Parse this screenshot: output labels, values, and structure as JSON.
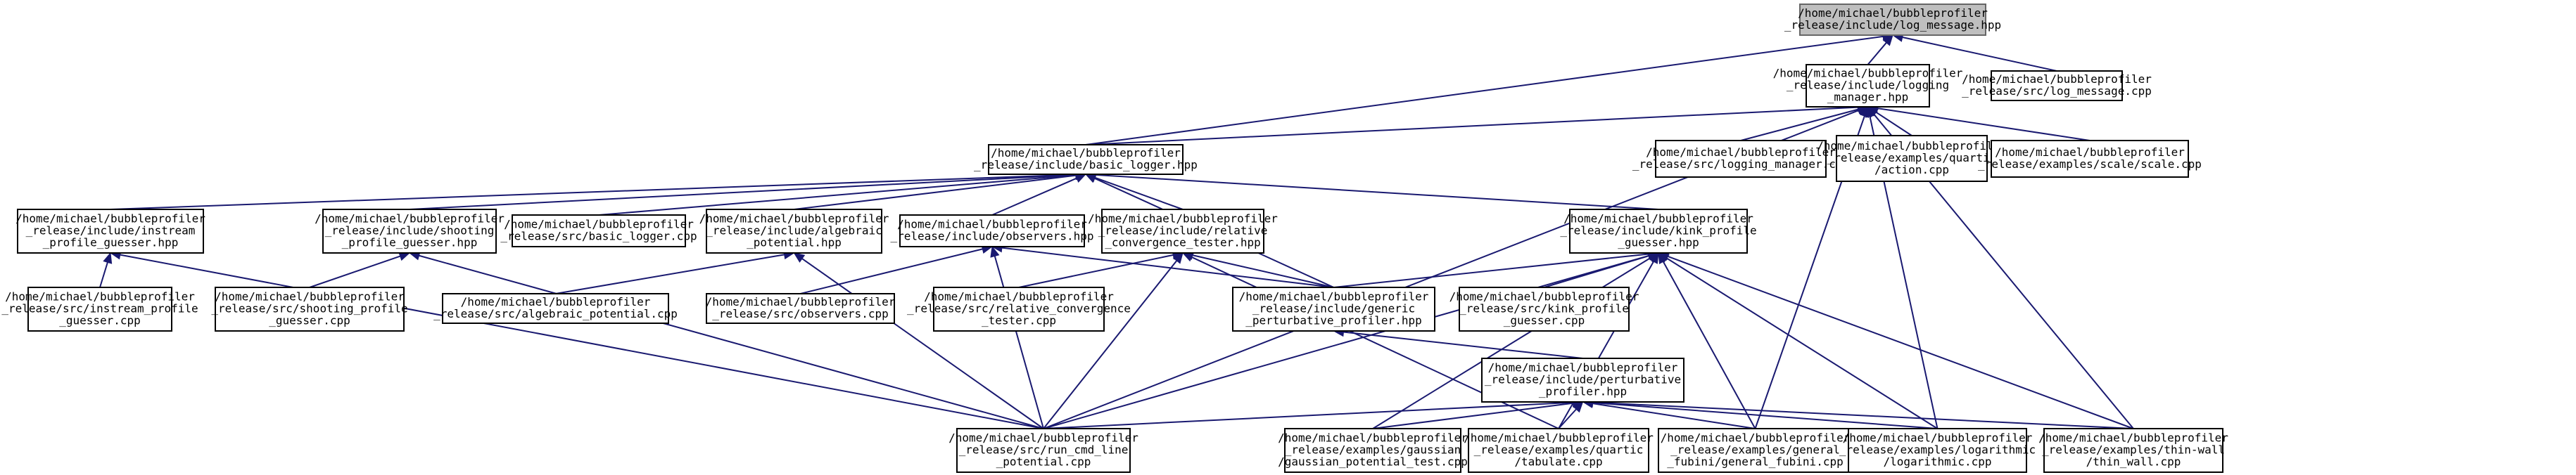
{
  "diagram": {
    "type": "include-dependency-graph",
    "colors": {
      "edge": "#191970",
      "root_fill": "#bfbfbf",
      "node_fill": "#ffffff",
      "node_stroke": "#000000"
    },
    "nodes": [
      {
        "id": "n_log_message_hpp",
        "root": true,
        "lines": [
          "/home/michael/bubbleprofiler",
          "_release/include/log_message.hpp"
        ]
      },
      {
        "id": "n_logging_manager_hpp",
        "lines": [
          "/home/michael/bubbleprofiler",
          "_release/include/logging",
          "_manager.hpp"
        ]
      },
      {
        "id": "n_log_message_cpp",
        "lines": [
          "/home/michael/bubbleprofiler",
          "_release/src/log_message.cpp"
        ]
      },
      {
        "id": "n_basic_logger_hpp",
        "lines": [
          "/home/michael/bubbleprofiler",
          "_release/include/basic_logger.hpp"
        ]
      },
      {
        "id": "n_logging_manager_cpp",
        "lines": [
          "/home/michael/bubbleprofiler",
          "_release/src/logging_manager.cpp"
        ]
      },
      {
        "id": "n_quartic_action_cpp",
        "lines": [
          "/home/michael/bubbleprofiler",
          "_release/examples/quartic",
          "/action.cpp"
        ]
      },
      {
        "id": "n_scale_cpp",
        "lines": [
          "/home/michael/bubbleprofiler",
          "_release/examples/scale/scale.cpp"
        ]
      },
      {
        "id": "n_instream_hpp",
        "lines": [
          "/home/michael/bubbleprofiler",
          "_release/include/instream",
          "_profile_guesser.hpp"
        ]
      },
      {
        "id": "n_shooting_hpp",
        "lines": [
          "/home/michael/bubbleprofiler",
          "_release/include/shooting",
          "_profile_guesser.hpp"
        ]
      },
      {
        "id": "n_basic_logger_cpp",
        "lines": [
          "/home/michael/bubbleprofiler",
          "_release/src/basic_logger.cpp"
        ]
      },
      {
        "id": "n_algebraic_hpp",
        "lines": [
          "/home/michael/bubbleprofiler",
          "_release/include/algebraic",
          "_potential.hpp"
        ]
      },
      {
        "id": "n_observers_hpp",
        "lines": [
          "/home/michael/bubbleprofiler",
          "_release/include/observers.hpp"
        ]
      },
      {
        "id": "n_relconv_hpp",
        "lines": [
          "/home/michael/bubbleprofiler",
          "_release/include/relative",
          "_convergence_tester.hpp"
        ]
      },
      {
        "id": "n_kink_hpp",
        "lines": [
          "/home/michael/bubbleprofiler",
          "_release/include/kink_profile",
          "_guesser.hpp"
        ]
      },
      {
        "id": "n_instream_cpp",
        "lines": [
          "/home/michael/bubbleprofiler",
          "_release/src/instream_profile",
          "_guesser.cpp"
        ]
      },
      {
        "id": "n_shooting_cpp",
        "lines": [
          "/home/michael/bubbleprofiler",
          "_release/src/shooting_profile",
          "_guesser.cpp"
        ]
      },
      {
        "id": "n_algebraic_cpp",
        "lines": [
          "/home/michael/bubbleprofiler",
          "_release/src/algebraic_potential.cpp"
        ]
      },
      {
        "id": "n_observers_cpp",
        "lines": [
          "/home/michael/bubbleprofiler",
          "_release/src/observers.cpp"
        ]
      },
      {
        "id": "n_relconv_cpp",
        "lines": [
          "/home/michael/bubbleprofiler",
          "_release/src/relative_convergence",
          "_tester.cpp"
        ]
      },
      {
        "id": "n_generic_hpp",
        "lines": [
          "/home/michael/bubbleprofiler",
          "_release/include/generic",
          "_perturbative_profiler.hpp"
        ]
      },
      {
        "id": "n_kink_cpp",
        "lines": [
          "/home/michael/bubbleprofiler",
          "_release/src/kink_profile",
          "_guesser.cpp"
        ]
      },
      {
        "id": "n_perturbative_hpp",
        "lines": [
          "/home/michael/bubbleprofiler",
          "_release/include/perturbative",
          "_profiler.hpp"
        ]
      },
      {
        "id": "n_run_cmd_cpp",
        "lines": [
          "/home/michael/bubbleprofiler",
          "_release/src/run_cmd_line",
          "_potential.cpp"
        ]
      },
      {
        "id": "n_gaussian_cpp",
        "lines": [
          "/home/michael/bubbleprofiler",
          "_release/examples/gaussian",
          "/gaussian_potential_test.cpp"
        ]
      },
      {
        "id": "n_tabulate_cpp",
        "lines": [
          "/home/michael/bubbleprofiler",
          "_release/examples/quartic",
          "/tabulate.cpp"
        ]
      },
      {
        "id": "n_fubini_cpp",
        "lines": [
          "/home/michael/bubbleprofiler",
          "_release/examples/general",
          "_fubini/general_fubini.cpp"
        ]
      },
      {
        "id": "n_logarithmic_cpp",
        "lines": [
          "/home/michael/bubbleprofiler",
          "_release/examples/logarithmic",
          "/logarithmic.cpp"
        ]
      },
      {
        "id": "n_thinwall_cpp",
        "lines": [
          "/home/michael/bubbleprofiler",
          "_release/examples/thin-wall",
          "/thin_wall.cpp"
        ]
      }
    ],
    "edges": [
      [
        "n_logging_manager_hpp",
        "n_log_message_hpp"
      ],
      [
        "n_log_message_cpp",
        "n_log_message_hpp"
      ],
      [
        "n_basic_logger_hpp",
        "n_log_message_hpp"
      ],
      [
        "n_basic_logger_hpp",
        "n_logging_manager_hpp"
      ],
      [
        "n_logging_manager_cpp",
        "n_logging_manager_hpp"
      ],
      [
        "n_quartic_action_cpp",
        "n_logging_manager_hpp"
      ],
      [
        "n_scale_cpp",
        "n_logging_manager_hpp"
      ],
      [
        "n_run_cmd_cpp",
        "n_logging_manager_hpp"
      ],
      [
        "n_fubini_cpp",
        "n_logging_manager_hpp"
      ],
      [
        "n_logarithmic_cpp",
        "n_logging_manager_hpp"
      ],
      [
        "n_thinwall_cpp",
        "n_logging_manager_hpp"
      ],
      [
        "n_instream_hpp",
        "n_basic_logger_hpp"
      ],
      [
        "n_shooting_hpp",
        "n_basic_logger_hpp"
      ],
      [
        "n_basic_logger_cpp",
        "n_basic_logger_hpp"
      ],
      [
        "n_algebraic_hpp",
        "n_basic_logger_hpp"
      ],
      [
        "n_observers_hpp",
        "n_basic_logger_hpp"
      ],
      [
        "n_relconv_hpp",
        "n_basic_logger_hpp"
      ],
      [
        "n_kink_hpp",
        "n_basic_logger_hpp"
      ],
      [
        "n_generic_hpp",
        "n_basic_logger_hpp"
      ],
      [
        "n_instream_cpp",
        "n_instream_hpp"
      ],
      [
        "n_run_cmd_cpp",
        "n_instream_hpp"
      ],
      [
        "n_shooting_cpp",
        "n_shooting_hpp"
      ],
      [
        "n_run_cmd_cpp",
        "n_shooting_hpp"
      ],
      [
        "n_algebraic_cpp",
        "n_algebraic_hpp"
      ],
      [
        "n_run_cmd_cpp",
        "n_algebraic_hpp"
      ],
      [
        "n_observers_cpp",
        "n_observers_hpp"
      ],
      [
        "n_generic_hpp",
        "n_observers_hpp"
      ],
      [
        "n_run_cmd_cpp",
        "n_observers_hpp"
      ],
      [
        "n_relconv_cpp",
        "n_relconv_hpp"
      ],
      [
        "n_generic_hpp",
        "n_relconv_hpp"
      ],
      [
        "n_run_cmd_cpp",
        "n_relconv_hpp"
      ],
      [
        "n_tabulate_cpp",
        "n_relconv_hpp"
      ],
      [
        "n_kink_cpp",
        "n_kink_hpp"
      ],
      [
        "n_generic_hpp",
        "n_kink_hpp"
      ],
      [
        "n_run_cmd_cpp",
        "n_kink_hpp"
      ],
      [
        "n_gaussian_cpp",
        "n_kink_hpp"
      ],
      [
        "n_tabulate_cpp",
        "n_kink_hpp"
      ],
      [
        "n_fubini_cpp",
        "n_kink_hpp"
      ],
      [
        "n_logarithmic_cpp",
        "n_kink_hpp"
      ],
      [
        "n_thinwall_cpp",
        "n_kink_hpp"
      ],
      [
        "n_perturbative_hpp",
        "n_generic_hpp"
      ],
      [
        "n_run_cmd_cpp",
        "n_perturbative_hpp"
      ],
      [
        "n_gaussian_cpp",
        "n_perturbative_hpp"
      ],
      [
        "n_tabulate_cpp",
        "n_perturbative_hpp"
      ],
      [
        "n_fubini_cpp",
        "n_perturbative_hpp"
      ],
      [
        "n_logarithmic_cpp",
        "n_perturbative_hpp"
      ],
      [
        "n_thinwall_cpp",
        "n_perturbative_hpp"
      ]
    ]
  }
}
